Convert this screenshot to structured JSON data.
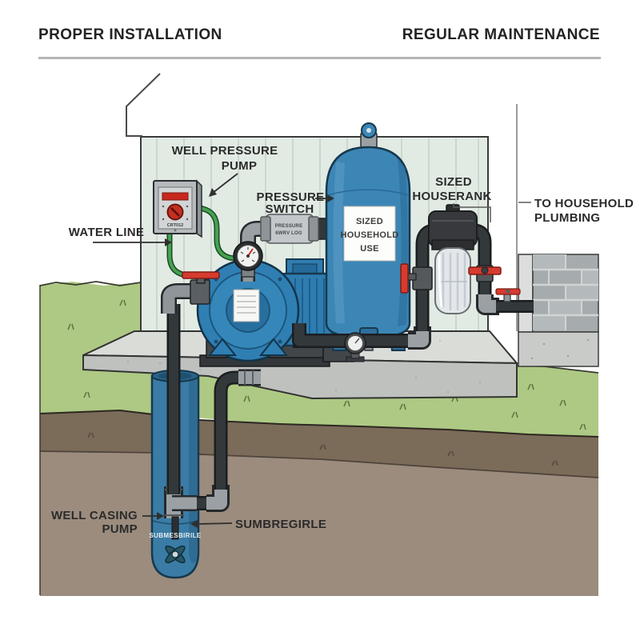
{
  "headers": {
    "left": "PROPER INSTALLATION",
    "right": "REGULAR MAINTENANCE"
  },
  "callouts": {
    "well_pressure_pump": {
      "line1": "WELL PRESSURE",
      "line2": "PUMP"
    },
    "pressure_switch": {
      "line1": "PRESSURE",
      "line2": "SWITCH"
    },
    "water_line": {
      "line1": "WATER LINE"
    },
    "sized_house_tank": {
      "line1": "SIZED",
      "line2": "HOUSERANK"
    },
    "to_household_plumbing": {
      "line1": "TO HOUSEHOLD",
      "line2": "PLUMBING"
    },
    "well_casing_pump": {
      "line1": "WELL CASING",
      "line2": "PUMP"
    },
    "submersible": {
      "line1": "SUMBREGIRLE"
    }
  },
  "component_texts": {
    "tank_label": {
      "line1": "SIZED",
      "line2": "HOUSEHOLD",
      "line3": "USE"
    },
    "pressure_switch_device": {
      "line1": "PRESSURE",
      "line2": "6WRV LOG"
    },
    "control_box": "CRT012",
    "well_casing": "SUBMESBIRILE"
  },
  "colors": {
    "tank_blue": "#3c86b6",
    "pump_blue": "#2f7fb3",
    "casing_blue": "#3a7ca6",
    "valve_red": "#d63b2f",
    "pipe_dark": "#33383b",
    "fitting_gray": "#9aa0a3",
    "wire_green": "#44a251",
    "wall_green": "#e1ebe4",
    "grass_green": "#adc983",
    "soil_dark": "#7b6b59",
    "soil_light": "#9b8c7e",
    "concrete": "#d6d8d4",
    "brick_gray": "#a6abae"
  }
}
